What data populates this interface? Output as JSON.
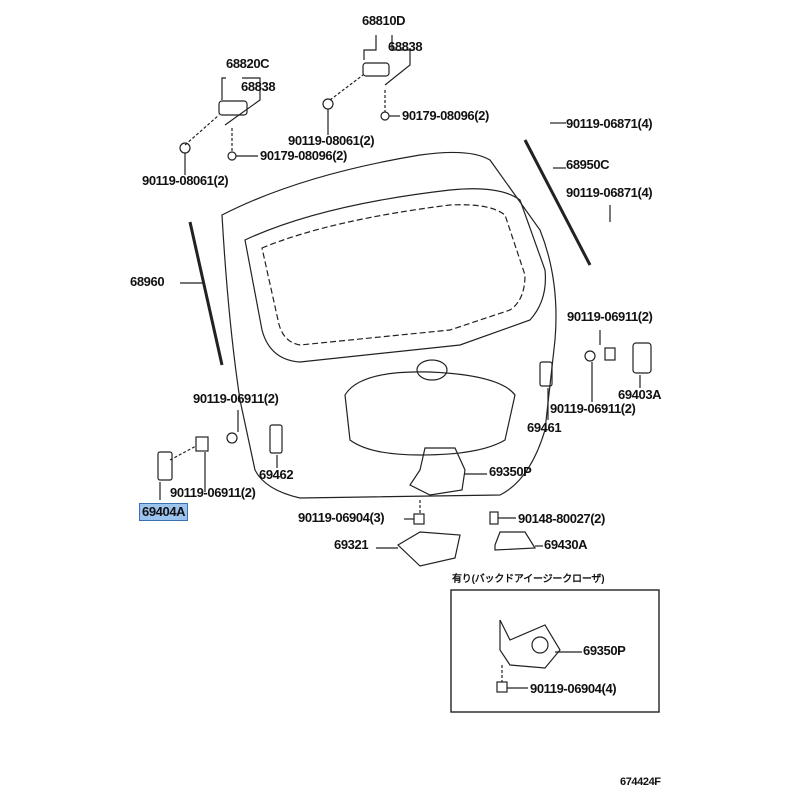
{
  "diagram": {
    "labels": {
      "p68810D": "68810D",
      "p68838a": "68838",
      "p68820C": "68820C",
      "p68838b": "68838",
      "p90179a": "90179-08096(2)",
      "p90119_06871a": "90119-06871(4)",
      "p90119_08061a": "90119-08061(2)",
      "p90179b": "90179-08096(2)",
      "p68950C": "68950C",
      "p90119_08061b": "90119-08061(2)",
      "p90119_06871b": "90119-06871(4)",
      "p68960": "68960",
      "p90119_06911a": "90119-06911(2)",
      "p69403A": "69403A",
      "p90119_06911b": "90119-06911(2)",
      "p69461": "69461",
      "p90119_06911c": "90119-06911(2)",
      "p69462": "69462",
      "p69350P": "69350P",
      "p90119_06911d": "90119-06911(2)",
      "p69404A": "69404A",
      "p90119_06904a": "90119-06904(3)",
      "p90148": "90148-80027(2)",
      "p69321": "69321",
      "p69430A": "69430A"
    },
    "inset": {
      "title": "有り(バックドアイージークローザ)",
      "p69350P": "69350P",
      "p90119_06904": "90119-06904(4)"
    },
    "diagram_code": "674424F",
    "highlight_color": "#9cc3ee"
  }
}
